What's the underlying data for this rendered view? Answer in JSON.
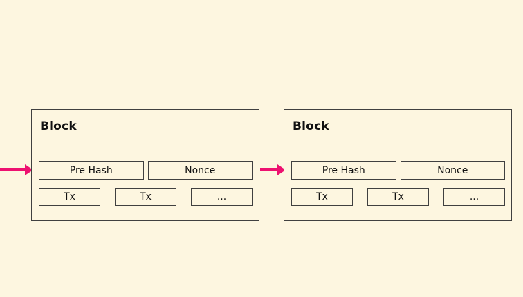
{
  "diagram": {
    "colors": {
      "background": "#fdf6e0",
      "arrow": "#ed1170",
      "border": "#404040"
    },
    "arrows": [
      {
        "name": "incoming-chain-arrow"
      },
      {
        "name": "block-link-arrow"
      }
    ],
    "blocks": [
      {
        "title": "Block",
        "fields": [
          {
            "label": "Pre Hash"
          },
          {
            "label": "Nonce"
          }
        ],
        "transactions": [
          "Tx",
          "Tx",
          "..."
        ]
      },
      {
        "title": "Block",
        "fields": [
          {
            "label": "Pre Hash"
          },
          {
            "label": "Nonce"
          }
        ],
        "transactions": [
          "Tx",
          "Tx",
          "..."
        ]
      }
    ]
  }
}
